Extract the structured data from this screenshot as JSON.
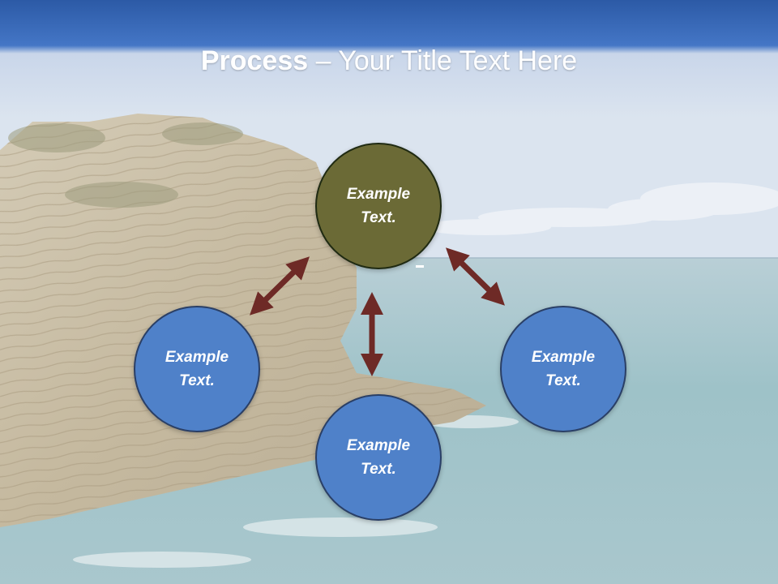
{
  "title": {
    "bold": "Process",
    "rest": " – Your Title Text Here"
  },
  "colors": {
    "header_blue": "#3f74c2",
    "center_node": "#6b6a36",
    "outer_node": "#4f81c9",
    "arrow": "#6e2a26",
    "sea": "#9fc3c9",
    "rock": "#c8bfa8"
  },
  "nodes": {
    "center": {
      "label": "Example\nText."
    },
    "left": {
      "label": "Example\nText."
    },
    "right": {
      "label": "Example\nText."
    },
    "bottom": {
      "label": "Example\nText."
    }
  },
  "background_image": "coastal-cliff-and-sea"
}
